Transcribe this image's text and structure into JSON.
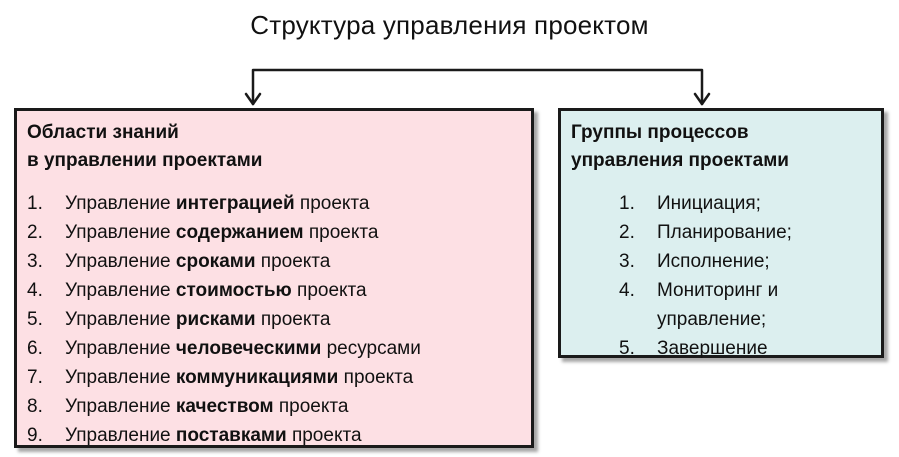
{
  "title": "Структура управления проектом",
  "left_box": {
    "heading_line1": "Области знаний",
    "heading_line2": "в управлении проектами",
    "items": [
      {
        "num": "1.",
        "pre": "Управление ",
        "bold": "интеграцией",
        "post": " проекта"
      },
      {
        "num": "2.",
        "pre": "Управление ",
        "bold": "содержанием",
        "post": " проекта"
      },
      {
        "num": "3.",
        "pre": "Управление ",
        "bold": "сроками",
        "post": " проекта"
      },
      {
        "num": "4.",
        "pre": "Управление ",
        "bold": "стоимостью",
        "post": " проекта"
      },
      {
        "num": "5.",
        "pre": "Управление ",
        "bold": "рисками",
        "post": " проекта"
      },
      {
        "num": "6.",
        "pre": "Управление ",
        "bold": "человеческими",
        "post": " ресурсами"
      },
      {
        "num": "7.",
        "pre": "Управление ",
        "bold": "коммуникациями",
        "post": " проекта"
      },
      {
        "num": "8.",
        "pre": "Управление ",
        "bold": "качеством",
        "post": " проекта"
      },
      {
        "num": "9.",
        "pre": "Управление ",
        "bold": "поставками",
        "post": " проекта"
      }
    ]
  },
  "right_box": {
    "heading_line1": "Группы процессов",
    "heading_line2": "управления проектами",
    "items": [
      {
        "num": "1.",
        "text": "Инициация;"
      },
      {
        "num": "2.",
        "text": "Планирование;"
      },
      {
        "num": "3.",
        "text": "Исполнение;"
      },
      {
        "num": "4.",
        "text": "Мониторинг и"
      },
      {
        "num": "",
        "text": "управление;"
      },
      {
        "num": "5.",
        "text": "Завершение"
      }
    ]
  },
  "colors": {
    "left_fill": "#fde0e4",
    "right_fill": "#dcefef",
    "border": "#1a1a1a"
  }
}
